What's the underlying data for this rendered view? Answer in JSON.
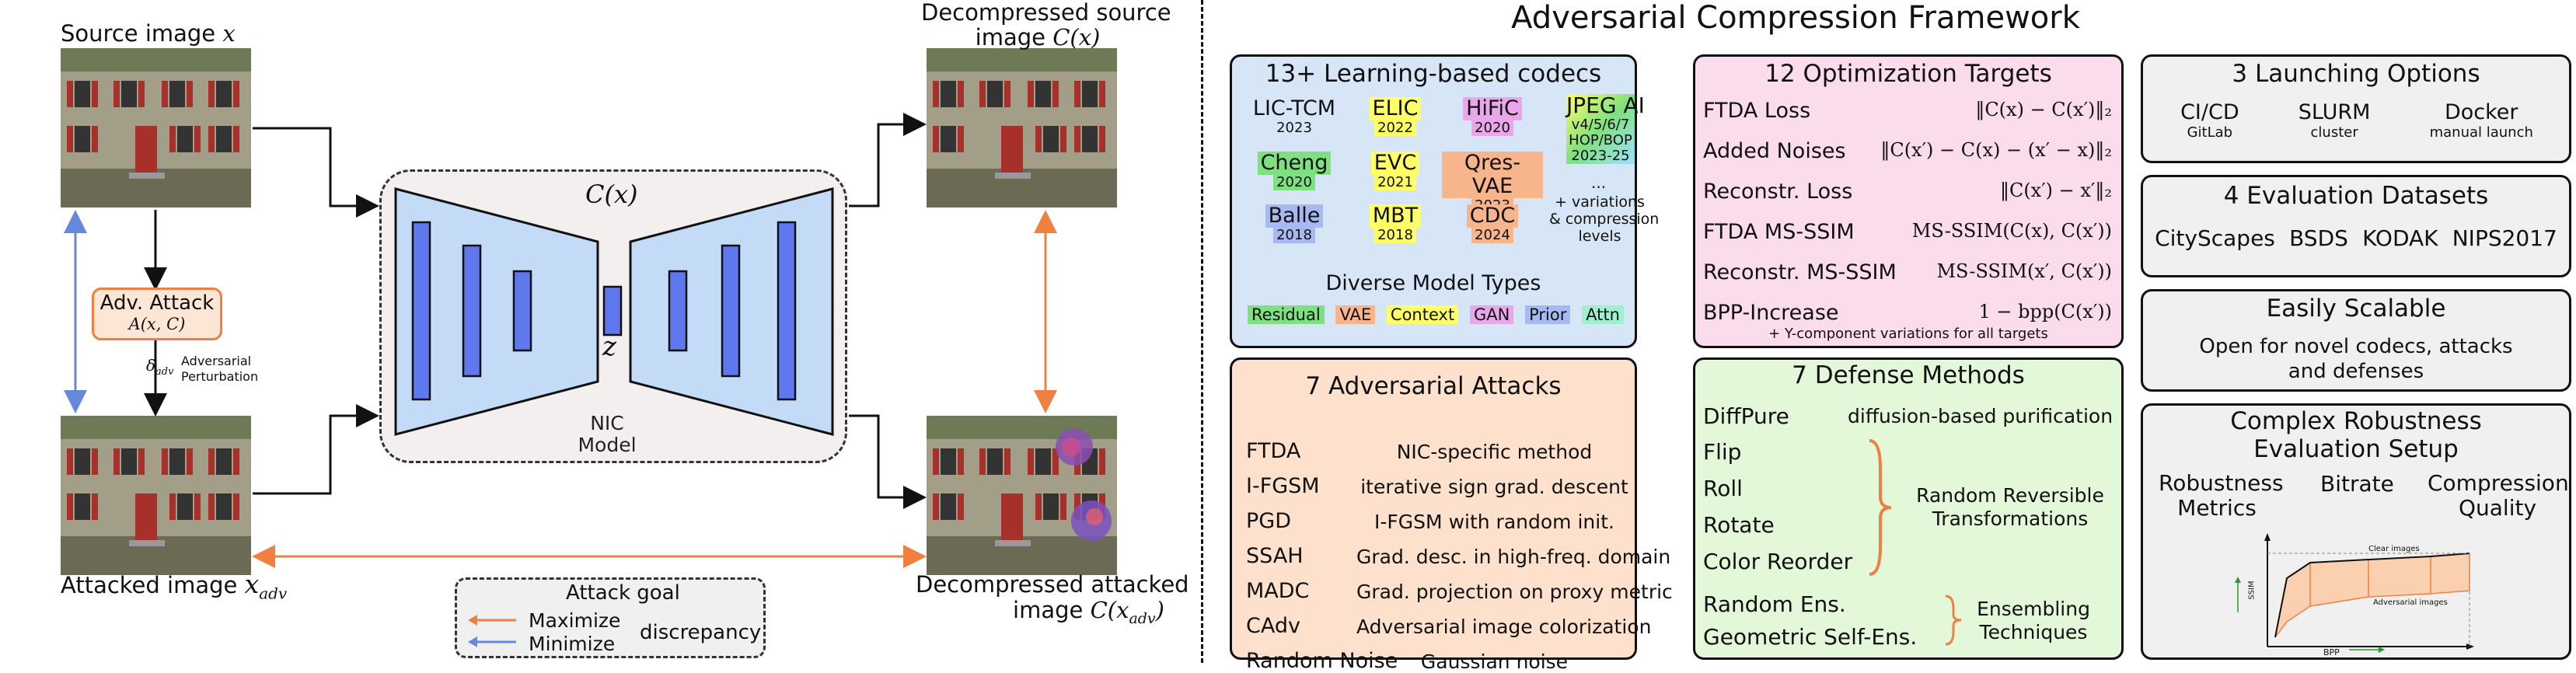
{
  "title": "Adversarial Compression Framework",
  "left": {
    "source_label": "Source image",
    "source_var": "x",
    "attacked_label": "Attacked image",
    "attacked_var": "x",
    "attacked_sub": "adv",
    "decompressed_source_l1": "Decompressed source",
    "decompressed_source_l2": "image",
    "decompressed_source_var": "C(x)",
    "decompressed_attacked_l1": "Decompressed attacked",
    "decompressed_attacked_l2": "image",
    "decompressed_attacked_var": "C(x",
    "decompressed_attacked_sub": "adv",
    "adv_attack_title": "Adv. Attack",
    "adv_attack_formula": "A(x, C)",
    "delta_label": "δ",
    "delta_sub": "adv",
    "perturbation_l1": "Adversarial",
    "perturbation_l2": "Perturbation",
    "model_formula": "C(x)",
    "latent": "z",
    "model_label_l1": "NIC",
    "model_label_l2": "Model",
    "legend_title": "Attack goal",
    "legend_maximize": "Maximize",
    "legend_minimize": "Minimize",
    "legend_discrepancy": "discrepancy"
  },
  "codecs": {
    "title": "13+ Learning-based codecs",
    "items": [
      {
        "name": "LIC-TCM",
        "year": "2023",
        "color": "#ffffff"
      },
      {
        "name": "ELIC",
        "year": "2022",
        "color": "#ffff66"
      },
      {
        "name": "HiFiC",
        "year": "2020",
        "color": "#e9a6e9"
      },
      {
        "name": "Cheng",
        "year": "2020",
        "color": "#7fe07f"
      },
      {
        "name": "EVC",
        "year": "2021",
        "color": "#ffff66"
      },
      {
        "name": "Qres-VAE",
        "year": "2023",
        "color": "#f8b48a"
      },
      {
        "name": "Balle",
        "year": "2018",
        "color": "#a8b8f0"
      },
      {
        "name": "MBT",
        "year": "2018",
        "color": "#ffff66"
      },
      {
        "name": "CDC",
        "year": "2024",
        "color": "#f8b48a"
      }
    ],
    "jpeg_name": "JPEG AI",
    "jpeg_versions": "v4/5/6/7",
    "jpeg_ops": "HOP/BOP",
    "jpeg_years": "2023-25",
    "ellipsis": "...",
    "variations_l1": "+ variations",
    "variations_l2": "& compression",
    "variations_l3": "levels",
    "types_title": "Diverse Model Types",
    "types": [
      {
        "label": "Residual",
        "color": "#7fe07f"
      },
      {
        "label": "VAE",
        "color": "#f8b48a"
      },
      {
        "label": "Context",
        "color": "#ffff66"
      },
      {
        "label": "GAN",
        "color": "#e9a6e9"
      },
      {
        "label": "Prior",
        "color": "#a8b8f0"
      },
      {
        "label": "Attn",
        "color": "#a0f0d0"
      }
    ]
  },
  "targets": {
    "title": "12 Optimization Targets",
    "rows": [
      {
        "name": "FTDA Loss",
        "formula": "‖C(x) − C(x′)‖₂"
      },
      {
        "name": "Added Noises",
        "formula": "‖C(x′) − C(x) − (x′ − x)‖₂"
      },
      {
        "name": "Reconstr. Loss",
        "formula": "‖C(x′) − x′‖₂"
      },
      {
        "name": "FTDA MS-SSIM",
        "formula": "MS-SSIM(C(x), C(x′))"
      },
      {
        "name": "Reconstr. MS-SSIM",
        "formula": "MS-SSIM(x′, C(x′))"
      },
      {
        "name": "BPP-Increase",
        "formula": "1 − bpp(C(x′))"
      }
    ],
    "footnote": "+ Y-component variations for all targets"
  },
  "launching": {
    "title": "3 Launching Options",
    "items": [
      {
        "name": "CI/CD",
        "sub": "GitLab"
      },
      {
        "name": "SLURM",
        "sub": "cluster"
      },
      {
        "name": "Docker",
        "sub": "manual launch"
      }
    ]
  },
  "datasets": {
    "title": "4 Evaluation Datasets",
    "items": [
      "CityScapes",
      "BSDS",
      "KODAK",
      "NIPS2017"
    ]
  },
  "scalable": {
    "title": "Easily Scalable",
    "line1": "Open for novel codecs, attacks",
    "line2": "and defenses"
  },
  "robustness": {
    "title_l1": "Complex Robustness",
    "title_l2": "Evaluation Setup",
    "col1_l1": "Robustness",
    "col1_l2": "Metrics",
    "col2": "Bitrate",
    "col3_l1": "Compression",
    "col3_l2": "Quality",
    "chart_ylabel": "SSIM",
    "chart_xlabel": "BPP",
    "chart_clear": "Clear images",
    "chart_adv": "Adversarial images"
  },
  "attacks": {
    "title": "7 Adversarial Attacks",
    "rows": [
      {
        "name": "FTDA",
        "desc": "NIC-specific method"
      },
      {
        "name": "I-FGSM",
        "desc": "iterative sign grad. descent"
      },
      {
        "name": "PGD",
        "desc": "I-FGSM with random init."
      },
      {
        "name": "SSAH",
        "desc": "Grad. desc. in high-freq. domain"
      },
      {
        "name": "MADC",
        "desc": "Grad. projection on proxy metric"
      },
      {
        "name": "CAdv",
        "desc": "Adversarial image colorization"
      },
      {
        "name": "Random Noise",
        "desc": "Gaussian noise"
      }
    ]
  },
  "defenses": {
    "title": "7 Defense Methods",
    "diffpure": "DiffPure",
    "diffpure_desc": "diffusion-based purification",
    "transforms": [
      "Flip",
      "Roll",
      "Rotate",
      "Color Reorder"
    ],
    "transforms_desc_l1": "Random Reversible",
    "transforms_desc_l2": "Transformations",
    "ensembles": [
      "Random Ens.",
      "Geometric Self-Ens."
    ],
    "ensembles_desc_l1": "Ensembling",
    "ensembles_desc_l2": "Techniques"
  },
  "colors": {
    "codecs_bg": "#d7e6f7",
    "targets_bg": "#fbdcec",
    "gray_bg": "#f0f0f0",
    "attacks_bg": "#fde1cc",
    "defenses_bg": "#e3f7d9",
    "orange": "#f08040",
    "blue": "#6688dd",
    "encoder": "#c3dbf6",
    "filter": "#5f78ee"
  }
}
